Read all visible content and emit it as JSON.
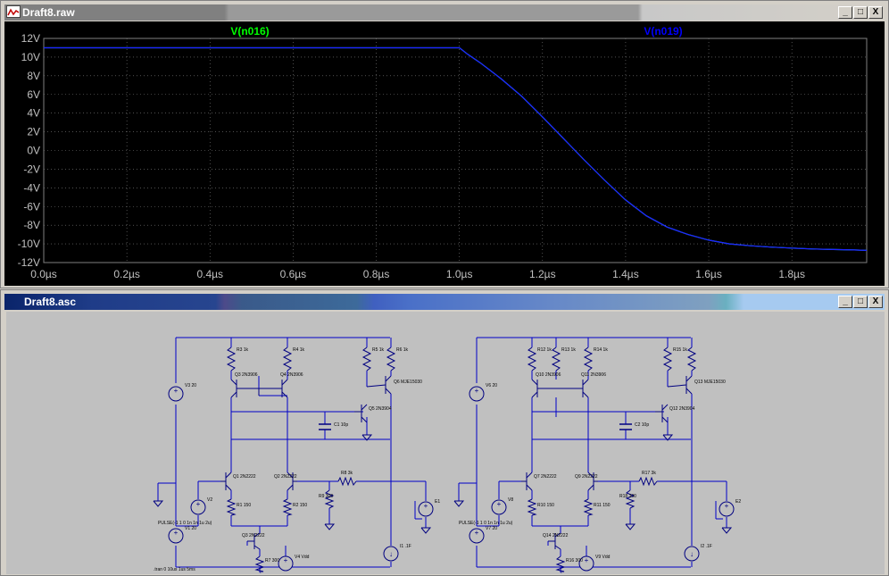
{
  "plot_window": {
    "title": "Draft8.raw",
    "controls": {
      "minimize": "_",
      "maximize": "□",
      "close": "X"
    }
  },
  "schematic_window": {
    "title": "Draft8.asc",
    "controls": {
      "minimize": "_",
      "maximize": "□",
      "close": "X"
    }
  },
  "chart_data": {
    "type": "line",
    "x": [
      0.0,
      0.2,
      0.4,
      0.6,
      0.8,
      1.0,
      1.02,
      1.05,
      1.1,
      1.15,
      1.2,
      1.25,
      1.3,
      1.35,
      1.4,
      1.45,
      1.5,
      1.55,
      1.6,
      1.65,
      1.7,
      1.75,
      1.8,
      1.85,
      1.9,
      1.95,
      1.98
    ],
    "x_ticks": [
      "0.0µs",
      "0.2µs",
      "0.4µs",
      "0.6µs",
      "0.8µs",
      "1.0µs",
      "1.2µs",
      "1.4µs",
      "1.6µs",
      "1.8µs"
    ],
    "x_tick_values": [
      0.0,
      0.2,
      0.4,
      0.6,
      0.8,
      1.0,
      1.2,
      1.4,
      1.6,
      1.8
    ],
    "xlim": [
      0.0,
      1.98
    ],
    "y_ticks": [
      "12V",
      "10V",
      "8V",
      "6V",
      "4V",
      "2V",
      "0V",
      "-2V",
      "-4V",
      "-6V",
      "-8V",
      "-10V",
      "-12V"
    ],
    "y_tick_values": [
      12,
      10,
      8,
      6,
      4,
      2,
      0,
      -2,
      -4,
      -6,
      -8,
      -10,
      -12
    ],
    "ylim": [
      -12,
      12
    ],
    "grid": true,
    "series": [
      {
        "name": "V(n016)",
        "color": "#00ff00",
        "values": [
          11.0,
          11.0,
          11.0,
          11.0,
          11.0,
          11.0,
          10.3,
          9.4,
          7.7,
          5.8,
          3.6,
          1.3,
          -1.0,
          -3.2,
          -5.3,
          -7.0,
          -8.2,
          -9.0,
          -9.6,
          -10.0,
          -10.2,
          -10.35,
          -10.45,
          -10.55,
          -10.6,
          -10.65,
          -10.7
        ]
      },
      {
        "name": "V(n019)",
        "color": "#0000ff",
        "values": [
          11.0,
          11.0,
          11.0,
          11.0,
          11.0,
          11.0,
          10.3,
          9.4,
          7.7,
          5.8,
          3.6,
          1.3,
          -1.0,
          -3.2,
          -5.3,
          -7.0,
          -8.2,
          -9.0,
          -9.6,
          -10.0,
          -10.2,
          -10.35,
          -10.45,
          -10.55,
          -10.6,
          -10.65,
          -10.7
        ]
      }
    ]
  },
  "schematic": {
    "left_circuit": {
      "resistors_top": [
        "R3 1k",
        "R4 1k",
        "R5 1k",
        "R6 1k"
      ],
      "top_transistors": [
        "Q3 2N3906",
        "Q4 2N3906"
      ],
      "output_transistors": [
        "Q6 MJE15030",
        "Q5 2N3904"
      ],
      "capacitor": "C1 10p",
      "diff_pair": [
        "Q1 2N2222",
        "Q2 2N2222"
      ],
      "emitter_resistors": [
        "R1 150",
        "R2 150"
      ],
      "feedback": [
        "R8 3k",
        "R9 300"
      ],
      "tail": [
        "Q3 2N2222",
        "R7 300"
      ],
      "sources": [
        "V3 20",
        "V2",
        "V1 20",
        "V4 Vdd",
        "I1 .1F"
      ],
      "load": "E1",
      "pulse_text": "PULSE(-1 1 0 1n 1n 1u 2u)",
      "directive": ".tran 0 10us 1us 5ms"
    },
    "right_circuit": {
      "resistors_top": [
        "R12 1k",
        "R13 1k",
        "R14 1k",
        "R15 1k"
      ],
      "top_transistors": [
        "Q10 2N3906",
        "Q11 2N3906"
      ],
      "output_transistors": [
        "Q13 MJE15030",
        "Q12 2N3904"
      ],
      "capacitor": "C2 10p",
      "diff_pair": [
        "Q7 2N2222",
        "Q9 2N2222"
      ],
      "emitter_resistors": [
        "R10 150",
        "R11 150"
      ],
      "feedback": [
        "R17 3k",
        "R18 300"
      ],
      "tail": [
        "Q14 2N2222",
        "R16 300"
      ],
      "sources": [
        "V6 20",
        "V8",
        "V7 20",
        "V9 Vdd",
        "I2 .1F"
      ],
      "load": "E2",
      "pulse_text": "PULSE(-1 1 0 1n 1n 1u 2u)"
    }
  }
}
